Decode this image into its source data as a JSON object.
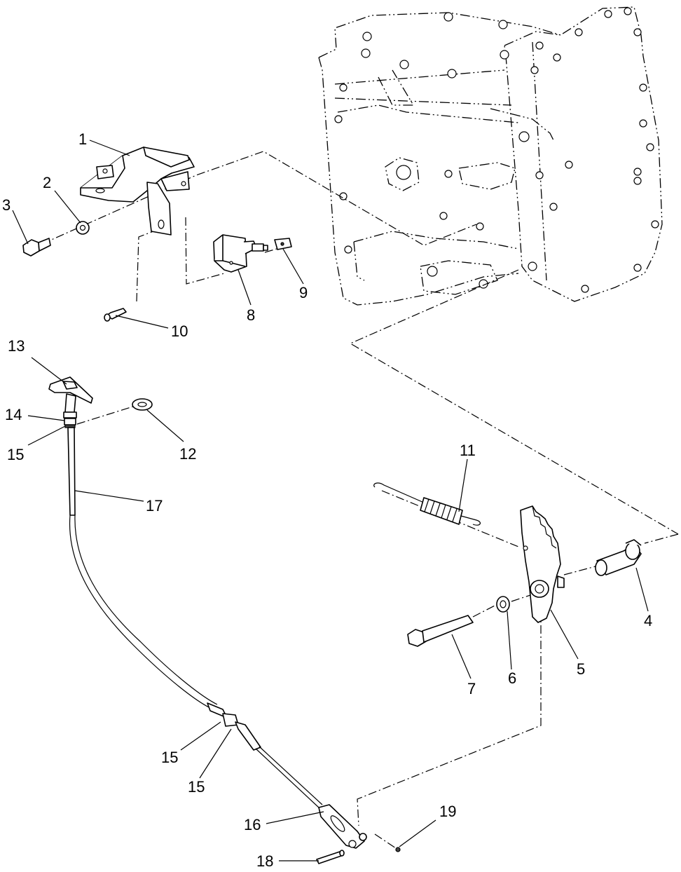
{
  "callouts": [
    {
      "id": "1",
      "text": "1"
    },
    {
      "id": "2",
      "text": "2"
    },
    {
      "id": "3",
      "text": "3"
    },
    {
      "id": "4",
      "text": "4"
    },
    {
      "id": "5",
      "text": "5"
    },
    {
      "id": "6",
      "text": "6"
    },
    {
      "id": "7",
      "text": "7"
    },
    {
      "id": "8",
      "text": "8"
    },
    {
      "id": "9",
      "text": "9"
    },
    {
      "id": "10",
      "text": "10"
    },
    {
      "id": "11",
      "text": "11"
    },
    {
      "id": "12",
      "text": "12"
    },
    {
      "id": "13",
      "text": "13"
    },
    {
      "id": "14",
      "text": "14"
    },
    {
      "id": "15a",
      "text": "15"
    },
    {
      "id": "15b",
      "text": "15"
    },
    {
      "id": "15c",
      "text": "15"
    },
    {
      "id": "16",
      "text": "16"
    },
    {
      "id": "17",
      "text": "17"
    },
    {
      "id": "18",
      "text": "18"
    },
    {
      "id": "19",
      "text": "19"
    }
  ]
}
